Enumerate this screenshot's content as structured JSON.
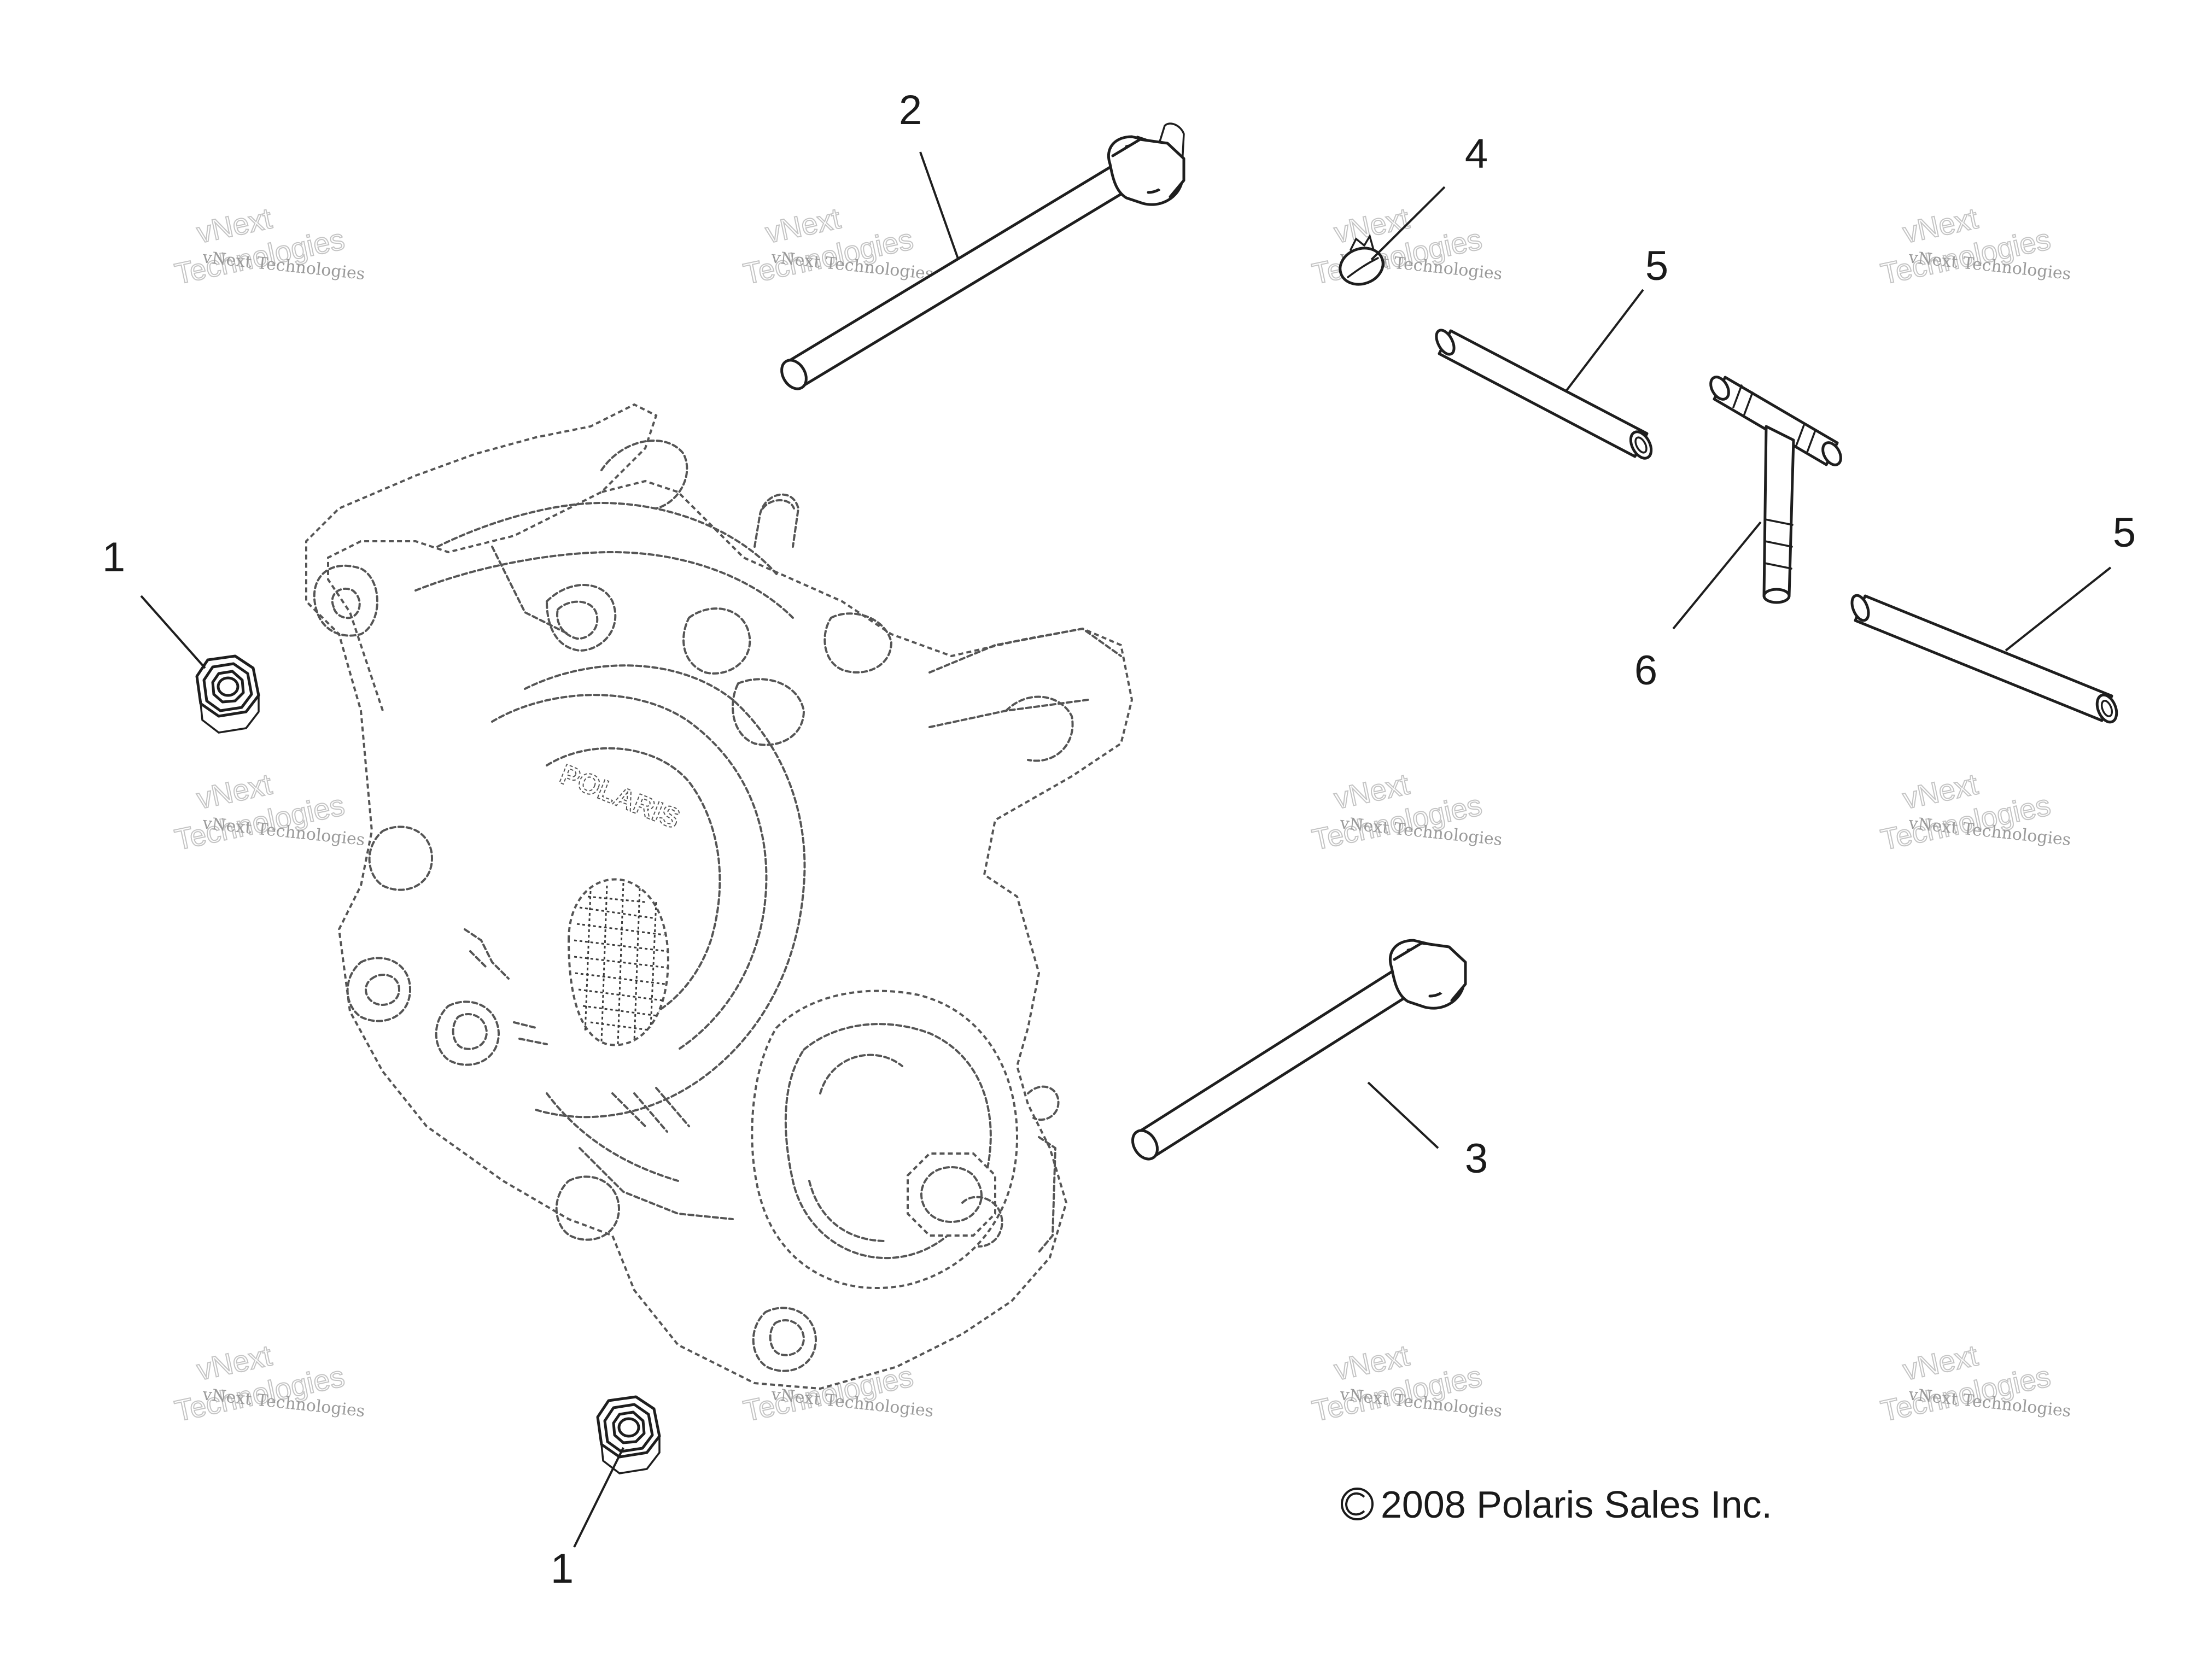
{
  "diagram": {
    "callouts": [
      {
        "id": "c1a",
        "label": "1"
      },
      {
        "id": "c1b",
        "label": "1"
      },
      {
        "id": "c2",
        "label": "2"
      },
      {
        "id": "c3",
        "label": "3"
      },
      {
        "id": "c4",
        "label": "4"
      },
      {
        "id": "c5a",
        "label": "5"
      },
      {
        "id": "c5b",
        "label": "5"
      },
      {
        "id": "c6",
        "label": "6"
      }
    ],
    "housing_brand": "POLARIS",
    "copyright": "2008 Polaris Sales Inc.",
    "watermark": {
      "line1": "vNext Technologies",
      "line2": "vNext",
      "line3": "Technologies"
    }
  }
}
